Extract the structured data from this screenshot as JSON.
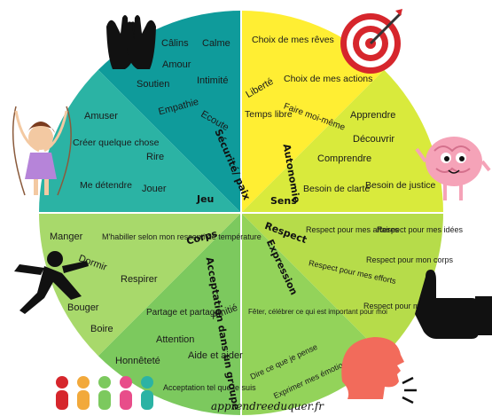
{
  "wheel": {
    "colors": {
      "teal_dark": "#0f9b9b",
      "teal_light": "#2bb3a4",
      "yellow": "#ffee33",
      "yellow_green": "#d9ea3c",
      "lime": "#b6dc4a",
      "green": "#93d35a",
      "green_light": "#a8d96b",
      "green_mid": "#7cc95e"
    },
    "categories": {
      "securite": "Sécurité/ paix",
      "autonomie": "Autonomie",
      "jeu": "Jeu",
      "sens": "Sens",
      "corps": "Corps",
      "respect": "Respect",
      "acceptation": "Acceptation dans un groupe",
      "expression": "Expression"
    },
    "needs": {
      "securite": [
        "Câlins",
        "Calme",
        "Amour",
        "Soutien",
        "Intimité",
        "Empathie",
        "Ecoute"
      ],
      "autonomie": [
        "Choix de mes rêves",
        "Liberté",
        "Choix de mes actions",
        "Temps libre",
        "Faire moi-même"
      ],
      "sens": [
        "Apprendre",
        "Découvrir",
        "Comprendre",
        "Besoin de clarté",
        "Besoin de justice"
      ],
      "jeu": [
        "Amuser",
        "Créer quelque chose",
        "Rire",
        "Me détendre",
        "Jouer"
      ],
      "corps": [
        "Manger",
        "M'habiller selon mon ressenti de température",
        "Dormir",
        "Respirer",
        "Bouger",
        "Boire"
      ],
      "respect": [
        "Respect pour mes affaires",
        "Respect pour mes idées",
        "Respect pour mon corps",
        "Respect pour mes efforts",
        "Respect pour mes essais"
      ],
      "acceptation": [
        "Partage et partager",
        "Amitié",
        "Attention",
        "Honnêteté",
        "Aide et aider",
        "Acceptation tel que je suis"
      ],
      "expression": [
        "Fêter, célébrer ce qui est important pour moi",
        "Dire ce que je pense",
        "Exprimer mes émotions"
      ]
    },
    "footer": "apprendreeduquer.fr"
  },
  "icons": [
    "hands-icon",
    "target-icon",
    "girl-jump-rope-icon",
    "brain-icon",
    "running-person-icon",
    "thumbs-up-icon",
    "people-group-icon",
    "speaking-head-icon"
  ]
}
